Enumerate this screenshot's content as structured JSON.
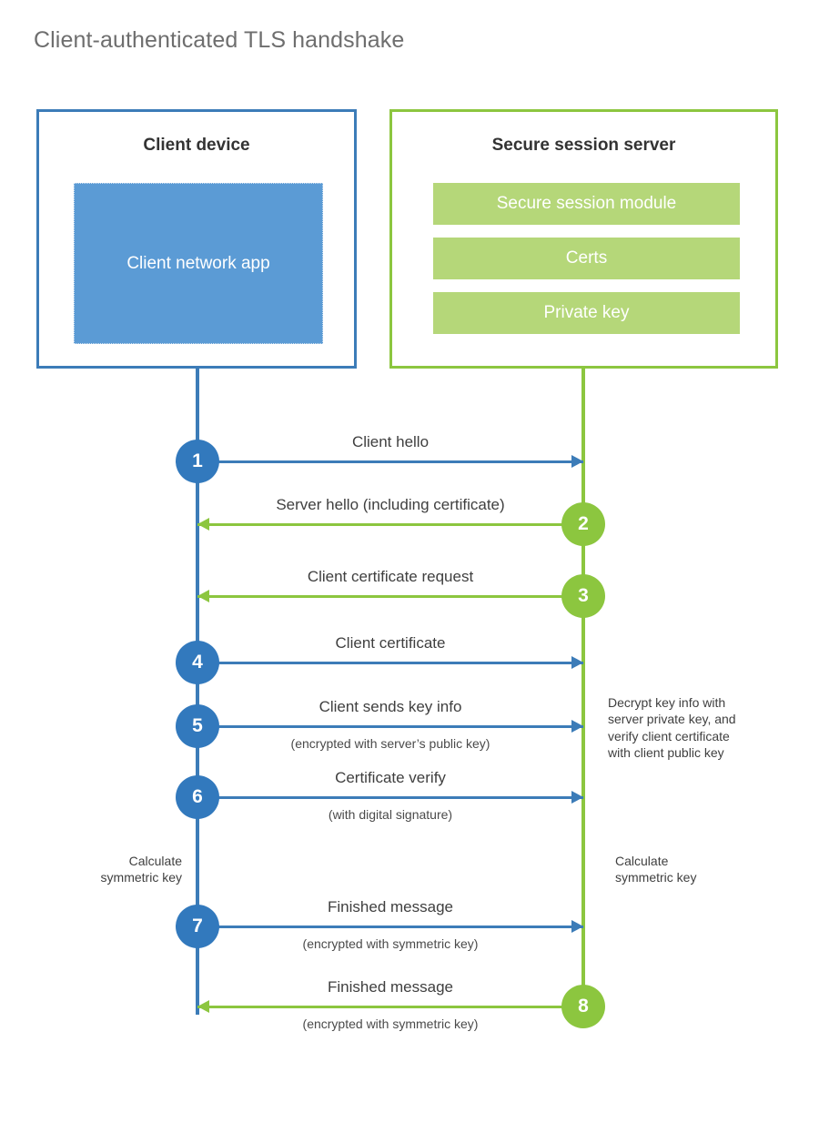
{
  "title": "Client-authenticated TLS handshake",
  "colors": {
    "client_accent": "#3c7cb8",
    "client_fill": "#5b9bd5",
    "server_accent": "#8cc63f",
    "server_fill": "#b5d779",
    "badge_blue": "#3279bd",
    "badge_green": "#8cc63f",
    "title_text": "#6e6e6e"
  },
  "actors": {
    "client": {
      "title": "Client device",
      "components": [
        "Client network app"
      ]
    },
    "server": {
      "title": "Secure session server",
      "components": [
        "Secure session module",
        "Certs",
        "Private key"
      ]
    }
  },
  "messages": [
    {
      "step": "1",
      "label": "Client hello",
      "sublabel": "",
      "direction": "client-to-server",
      "color": "blue"
    },
    {
      "step": "2",
      "label": "Server hello (including certificate)",
      "sublabel": "",
      "direction": "server-to-client",
      "color": "green"
    },
    {
      "step": "3",
      "label": "Client certificate request",
      "sublabel": "",
      "direction": "server-to-client",
      "color": "green"
    },
    {
      "step": "4",
      "label": "Client certificate",
      "sublabel": "",
      "direction": "client-to-server",
      "color": "blue"
    },
    {
      "step": "5",
      "label": "Client sends key info",
      "sublabel": "(encrypted with server’s public key)",
      "direction": "client-to-server",
      "color": "blue"
    },
    {
      "step": "6",
      "label": "Certificate verify",
      "sublabel": "(with digital signature)",
      "direction": "client-to-server",
      "color": "blue"
    },
    {
      "step": "7",
      "label": "Finished message",
      "sublabel": "(encrypted with symmetric key)",
      "direction": "client-to-server",
      "color": "blue"
    },
    {
      "step": "8",
      "label": "Finished message",
      "sublabel": "(encrypted with symmetric key)",
      "direction": "server-to-client",
      "color": "green"
    }
  ],
  "notes": {
    "server_decrypt": "Decrypt key info with\nserver private key, and\nverify client certificate\nwith client public key",
    "client_calculate": "Calculate\nsymmetric key",
    "server_calculate": "Calculate\nsymmetric key"
  }
}
